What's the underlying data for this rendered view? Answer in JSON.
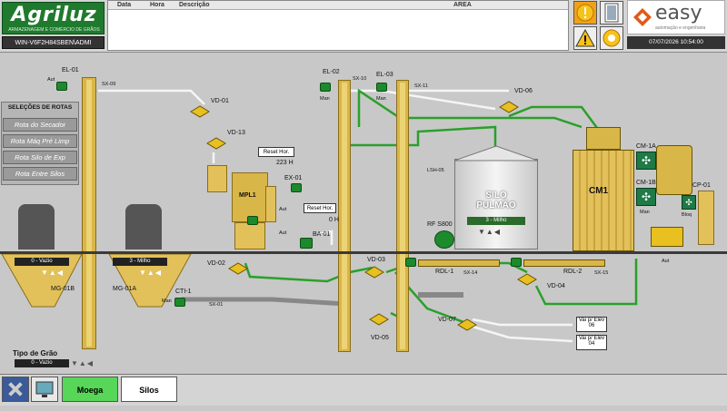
{
  "header": {
    "brand": "Agriluz",
    "brand_tagline": "ARMAZENAGEM E COMÉRCIO DE GRÃOS",
    "user": "WIN-V6F2H84SBEN\\ADMI",
    "alarm_columns": {
      "date": "Data",
      "time": "Hora",
      "description": "Descrição",
      "area": "AREA"
    },
    "vendor": "easy",
    "vendor_tagline": "automação e engenharia",
    "datetime": "07/07/2026 10:54:00"
  },
  "routes": {
    "title": "SELEÇÕES DE ROTAS",
    "items": [
      "Rota do Secador",
      "Rota Máq Pré Limp",
      "Rota Silo de Exp",
      "Rota Entre Silos"
    ]
  },
  "equipment": {
    "el01": "EL-01",
    "el02": "EL-02",
    "el03": "EL-03",
    "sx09": "SX-09",
    "sx10": "SX-10",
    "sx11": "SX-11",
    "sx01": "SX-01",
    "sx14": "SX-14",
    "sx15": "SX-15",
    "vd01": "VD-01",
    "vd13": "VD-13",
    "vd02": "VD-02",
    "vd03": "VD-03",
    "vd04": "VD-04",
    "vd05": "VD-05",
    "vd06": "VD-06",
    "vd07": "VD-07",
    "ex01": "EX-01",
    "ba01": "BA-01",
    "mpl1": "MPL1",
    "cti1": "CTI-1",
    "rdl1": "RDL-1",
    "rdl2": "RDL-2",
    "rfs800": "RF S800",
    "lsh05": "LSH-05",
    "cm1": "CM1",
    "cm1a": "CM-1A",
    "cm1b": "CM-1B",
    "cp01": "CP-01",
    "mg01b": "MG-01B",
    "mg01a": "MG-01A",
    "silo_title": "SILO PULMÃO",
    "silo_status": "3 - Milho",
    "mg01b_status": "0 - Vazio",
    "mg01a_status": "3 - Milho",
    "reset1": "Reset Hor.",
    "reset1_value": "223 H",
    "reset2": "Reset Hor.",
    "reset2_value": "0 H",
    "vai_p1": "Vai p/ Elev 06",
    "vai_p2": "Vai p/ Elev 04",
    "aut": "Aut",
    "man": "Man",
    "bloq": "Bloq"
  },
  "grain": {
    "label": "Tipo de Grão",
    "value": "0 - Vazio"
  },
  "nav": {
    "moega": "Moega",
    "silos": "Silos"
  },
  "colors": {
    "accent_green": "#1f7a2e",
    "active_nav": "#57d657",
    "leg_yellow": "#d9b648",
    "route_line": "#2aa02a"
  }
}
